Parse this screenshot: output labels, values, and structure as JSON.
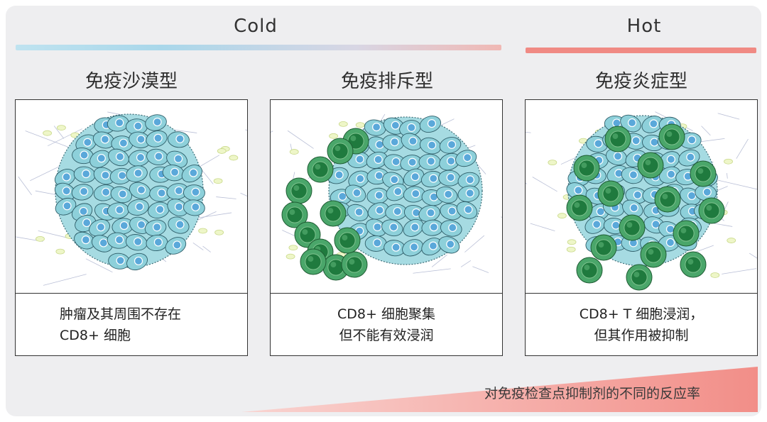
{
  "header": {
    "cold_label": "Cold",
    "hot_label": "Hot"
  },
  "colors": {
    "cold_gradient_start": "#bfe3f0",
    "cold_gradient_end": "#f0b8b4",
    "hot_bar": "#f08a84",
    "tumor_cell": "#8dd0da",
    "tumor_nucleus": "#5aa8da",
    "t_cell": "#4aa66a",
    "t_cell_core": "#1f7a3e",
    "wedge": "#f28e88"
  },
  "panels": [
    {
      "title": "免疫沙漠型",
      "caption_line1": "肿瘤及其周围不存在",
      "caption_line2": "CD8+ 细胞",
      "t_cell_count": 0
    },
    {
      "title": "免疫排斥型",
      "caption_line1": "CD8+ 细胞聚集",
      "caption_line2": "但不能有效浸润",
      "t_cell_count": 12
    },
    {
      "title": "免疫炎症型",
      "caption_line1": "CD8+ T 细胞浸润，",
      "caption_line2": "但其作用被抑制",
      "t_cell_count": 16
    }
  ],
  "footer": {
    "response_label": "对免疫检查点抑制剂的不同的反应率"
  }
}
